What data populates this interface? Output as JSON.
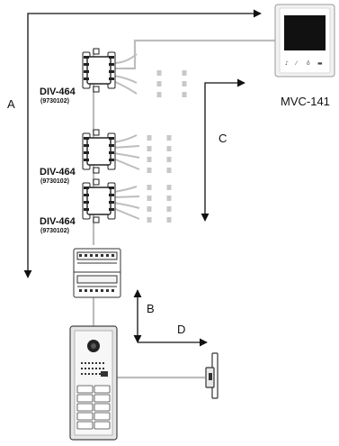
{
  "labels": {
    "A": "A",
    "B": "B",
    "C": "C",
    "D": "D",
    "monitor": "MVC-141"
  },
  "dividers": [
    {
      "model": "DIV-464",
      "code": "(9730102)"
    },
    {
      "model": "DIV-464",
      "code": "(9730102)"
    },
    {
      "model": "DIV-464",
      "code": "(9730102)"
    }
  ],
  "colors": {
    "cable": "#bdbdbd",
    "arrow": "#111111",
    "device_outline": "#333333"
  }
}
